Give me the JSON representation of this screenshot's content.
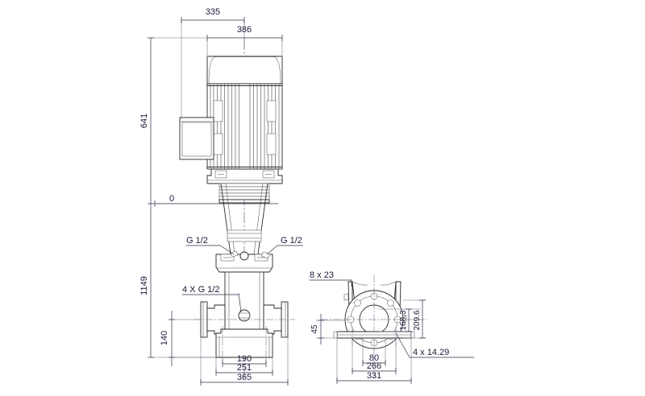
{
  "drawing": {
    "title": "Vertical multistage pump dimensional drawing",
    "units": "mm",
    "views": [
      {
        "name": "front-elevation",
        "position": "left"
      },
      {
        "name": "side-base-view",
        "position": "right"
      }
    ]
  },
  "front_view": {
    "dimensions": {
      "motor_offset_width": "335",
      "motor_width": "386",
      "motor_height": "641",
      "total_height": "1149",
      "flange_height": "140",
      "base_inner": "190",
      "base_bolt_span": "251",
      "base_width": "365",
      "datum": "0"
    },
    "labels": {
      "vent_left": "G 1/2",
      "vent_right": "G 1/2",
      "drain_ports": "4 X G 1/2"
    }
  },
  "side_view": {
    "dimensions": {
      "slot_callout": "8 x 23",
      "flange_pcd": "168.3",
      "flange_od": "209.6",
      "base_thickness": "45",
      "base_slot_inner": "80",
      "base_bolt_span": "266",
      "base_width": "331",
      "hole_callout": "4 x 14.29"
    }
  },
  "colors": {
    "dimension_text": "#1b1b3a",
    "dimension_line": "#2b2b45",
    "object_line": "#2a2a2a",
    "center_line": "#4a4a6a",
    "background": "#ffffff"
  }
}
